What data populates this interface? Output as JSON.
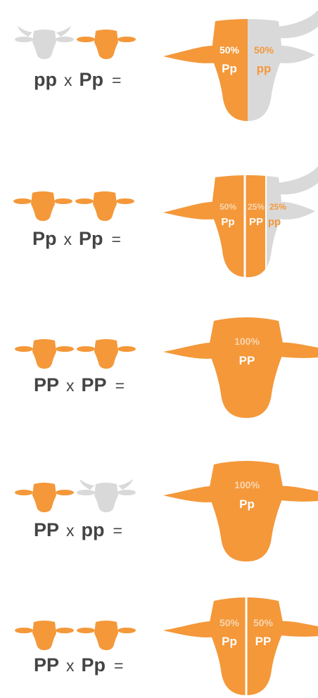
{
  "colors": {
    "orange": "#f4983a",
    "grey": "#d9d9d9",
    "text": "#444444",
    "pale": "#f8d6b0"
  },
  "crosses": [
    {
      "parent1": "pp",
      "parent2": "Pp",
      "operator": "x",
      "equals": "=",
      "parent1_type": "horned",
      "parent2_type": "polled",
      "result_head": "horned",
      "result_style": "half-grey",
      "segments": [
        {
          "percent": "50%",
          "genotype": "Pp"
        },
        {
          "percent": "50%",
          "genotype": "pp"
        }
      ]
    },
    {
      "parent1": "Pp",
      "parent2": "Pp",
      "operator": "x",
      "equals": "=",
      "parent1_type": "polled",
      "parent2_type": "polled",
      "result_head": "horned",
      "result_style": "thirds",
      "segments": [
        {
          "percent": "50%",
          "genotype": "Pp"
        },
        {
          "percent": "25%",
          "genotype": "PP"
        },
        {
          "percent": "25%",
          "genotype": "pp"
        }
      ]
    },
    {
      "parent1": "PP",
      "parent2": "PP",
      "operator": "x",
      "equals": "=",
      "parent1_type": "polled",
      "parent2_type": "polled",
      "result_head": "polled",
      "result_style": "full",
      "segments": [
        {
          "percent": "100%",
          "genotype": "PP"
        }
      ]
    },
    {
      "parent1": "PP",
      "parent2": "pp",
      "operator": "x",
      "equals": "=",
      "parent1_type": "polled",
      "parent2_type": "horned",
      "result_head": "polled",
      "result_style": "full",
      "segments": [
        {
          "percent": "100%",
          "genotype": "Pp"
        }
      ]
    },
    {
      "parent1": "PP",
      "parent2": "Pp",
      "operator": "x",
      "equals": "=",
      "parent1_type": "polled",
      "parent2_type": "polled",
      "result_head": "polled",
      "result_style": "halves",
      "segments": [
        {
          "percent": "50%",
          "genotype": "Pp"
        },
        {
          "percent": "50%",
          "genotype": "PP"
        }
      ]
    }
  ]
}
